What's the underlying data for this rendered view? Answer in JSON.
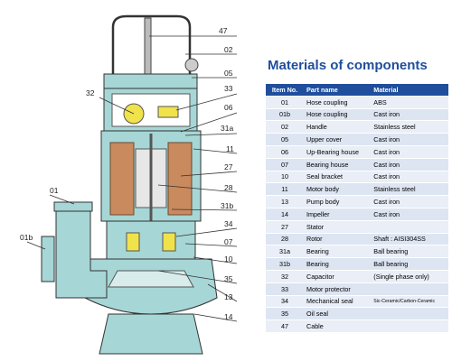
{
  "title": "Materials of components",
  "table": {
    "headers": [
      "Item No.",
      "Part name",
      "Material"
    ],
    "rows": [
      {
        "no": "01",
        "part": "Hose coupling",
        "material": "ABS"
      },
      {
        "no": "01b",
        "part": "Hose coupling",
        "material": "Cast iron"
      },
      {
        "no": "02",
        "part": "Handle",
        "material": "Stainless steel"
      },
      {
        "no": "05",
        "part": "Upper cover",
        "material": "Cast iron"
      },
      {
        "no": "06",
        "part": "Up-Bearing house",
        "material": "Cast iron"
      },
      {
        "no": "07",
        "part": "Bearing house",
        "material": "Cast iron"
      },
      {
        "no": "10",
        "part": "Seal bracket",
        "material": "Cast iron"
      },
      {
        "no": "11",
        "part": "Motor body",
        "material": "Stainless steel"
      },
      {
        "no": "13",
        "part": "Pump body",
        "material": "Cast iron"
      },
      {
        "no": "14",
        "part": "Impeller",
        "material": "Cast iron"
      },
      {
        "no": "27",
        "part": "Stator",
        "material": ""
      },
      {
        "no": "28",
        "part": "Rotor",
        "material": "Shaft : AISI304SS"
      },
      {
        "no": "31a",
        "part": "Bearing",
        "material": "Ball bearing"
      },
      {
        "no": "31b",
        "part": "Bearing",
        "material": "Ball bearing"
      },
      {
        "no": "32",
        "part": "Capacitor",
        "material": "(Single phase only)"
      },
      {
        "no": "33",
        "part": "Motor protector",
        "material": ""
      },
      {
        "no": "34",
        "part": "Mechanical seal",
        "material": "Sic-Ceramic/Carbon-Ceramic"
      },
      {
        "no": "35",
        "part": "Oil seal",
        "material": ""
      },
      {
        "no": "47",
        "part": "Cable",
        "material": ""
      }
    ]
  },
  "callouts": {
    "c47": "47",
    "c02": "02",
    "c05": "05",
    "c32": "32",
    "c33": "33",
    "c06": "06",
    "c31a": "31a",
    "c11": "11",
    "c27": "27",
    "c28": "28",
    "c31b": "31b",
    "c34": "34",
    "c07": "07",
    "c10": "10",
    "c35": "35",
    "c13": "13",
    "c14": "14",
    "c01": "01",
    "c01b": "01b"
  },
  "colors": {
    "accent": "#1f4e9c",
    "body": "#a7d6d6",
    "coil": "#c98a5e",
    "line": "#3a3a3a"
  }
}
